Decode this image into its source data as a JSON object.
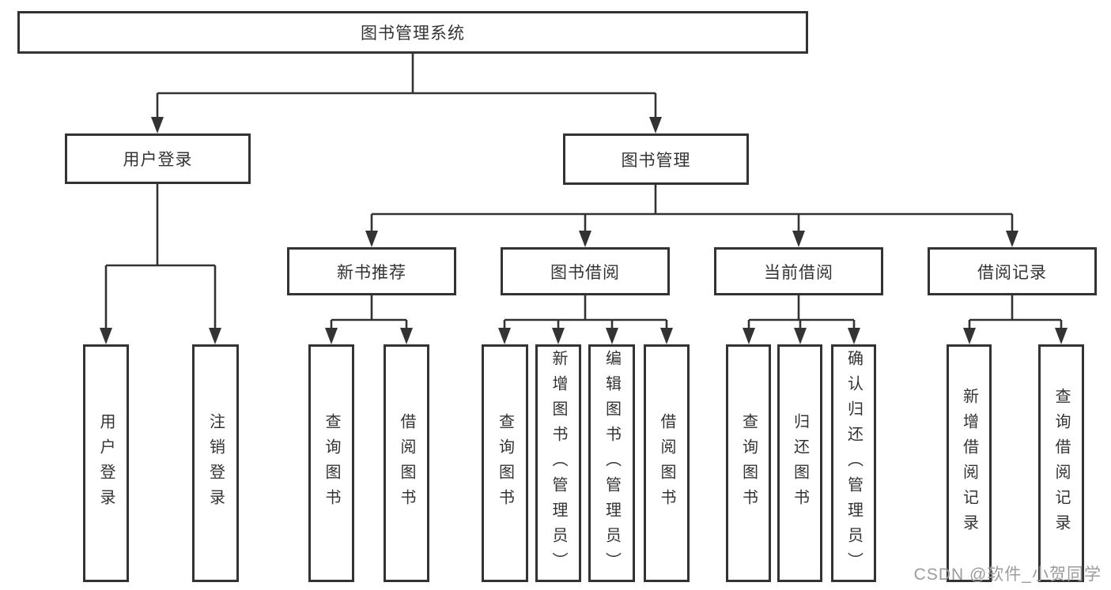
{
  "diagram": {
    "root": {
      "label": "图书管理系统"
    },
    "level2": [
      {
        "label": "用户登录"
      },
      {
        "label": "图书管理"
      }
    ],
    "level3": [
      {
        "label": "新书推荐"
      },
      {
        "label": "图书借阅"
      },
      {
        "label": "当前借阅"
      },
      {
        "label": "借阅记录"
      }
    ],
    "leaves": {
      "user_login": [
        {
          "label": "用户登录"
        },
        {
          "label": "注销登录"
        }
      ],
      "new_book": [
        {
          "label": "查询图书"
        },
        {
          "label": "借阅图书"
        }
      ],
      "book_borrow": [
        {
          "label": "查询图书"
        },
        {
          "label": "新增图书（管理员）"
        },
        {
          "label": "编辑图书（管理员）"
        },
        {
          "label": "借阅图书"
        }
      ],
      "current_borrow": [
        {
          "label": "查询图书"
        },
        {
          "label": "归还图书"
        },
        {
          "label": "确认归还（管理员）"
        }
      ],
      "records": [
        {
          "label": "新增借阅记录"
        },
        {
          "label": "查询借阅记录"
        }
      ]
    }
  },
  "watermark": {
    "text": "CSDN @软件_小贺同学"
  },
  "colors": {
    "line": "#333333",
    "text": "#333333",
    "box_background": "#ffffff",
    "watermark": "#9b9b9b",
    "background": "#ffffff"
  }
}
